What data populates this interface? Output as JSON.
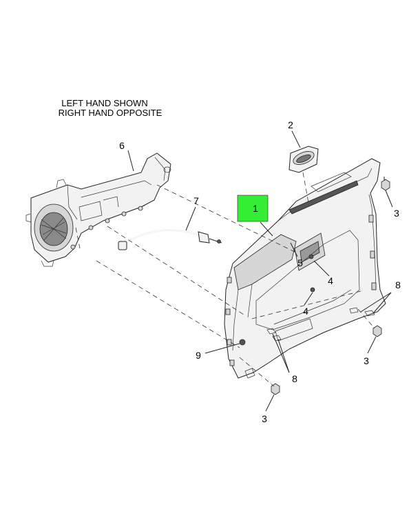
{
  "notes": {
    "line1": "LEFT HAND SHOWN",
    "line2": "RIGHT HAND OPPOSITE"
  },
  "callouts": {
    "c1": "1",
    "c2": "2",
    "c3a": "3",
    "c3b": "3",
    "c3c": "3",
    "c4a": "4",
    "c4b": "4",
    "c5": "5",
    "c6": "6",
    "c7": "7",
    "c8a": "8",
    "c8b": "8",
    "c9": "9"
  },
  "colors": {
    "highlight": "#33ee33",
    "line": "#222222",
    "background": "#ffffff"
  }
}
